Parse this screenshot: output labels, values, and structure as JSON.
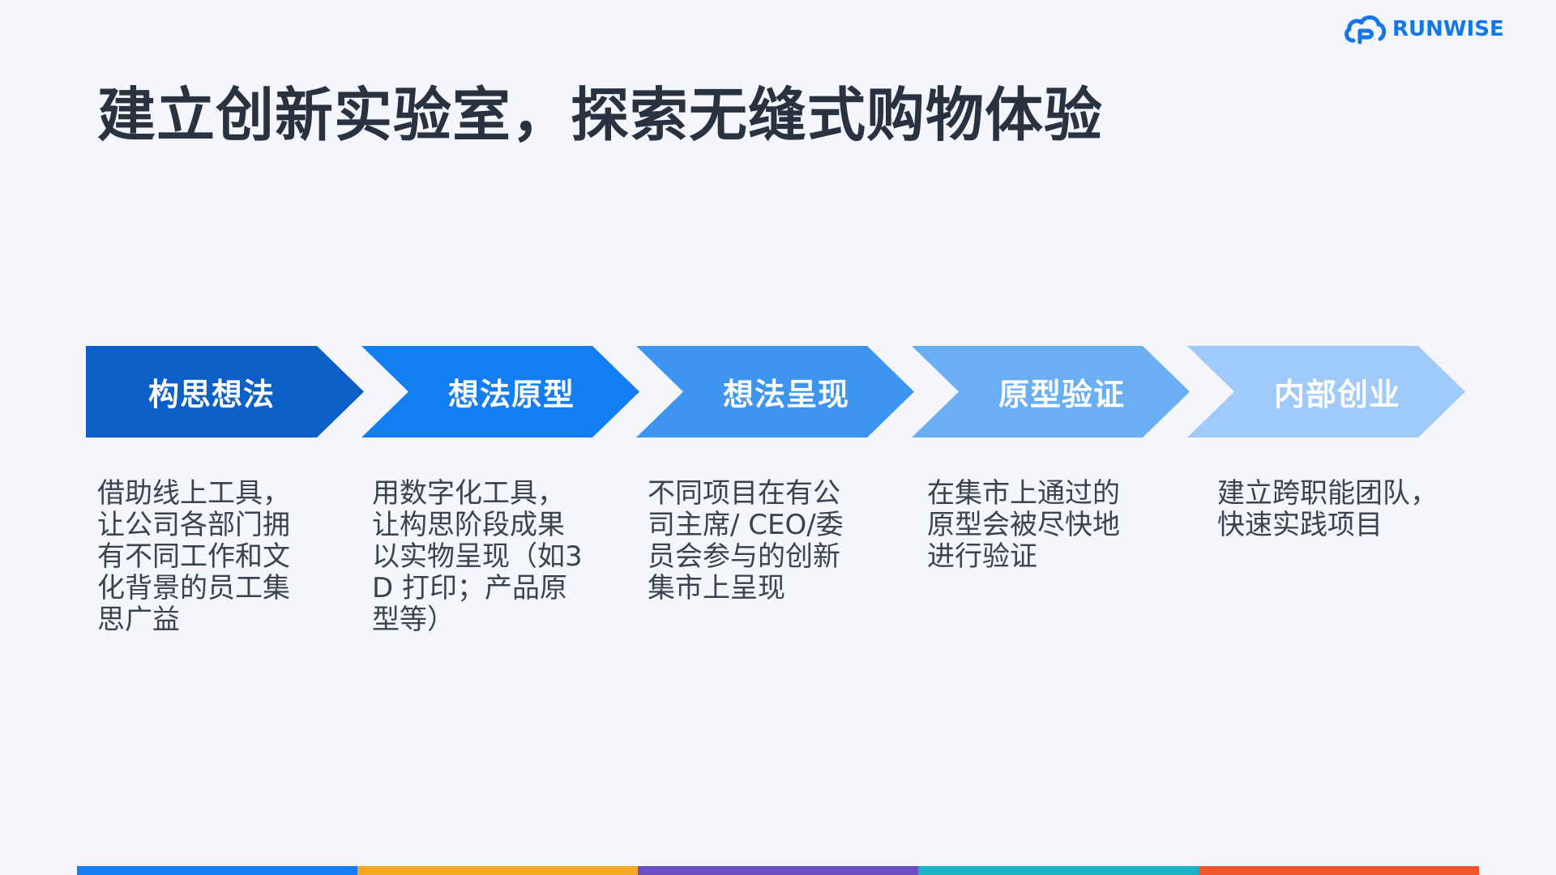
{
  "brand": {
    "logo_text": "RUNWISE",
    "color": "#1277ee"
  },
  "title": "建立创新实验室，探索无缝式购物体验",
  "steps": [
    {
      "label": "构思想法",
      "color": "#0b5fc7",
      "description": "借助线上工具，让公司各部门拥有不同工作和文化背景的员工集思广益"
    },
    {
      "label": "想法原型",
      "color": "#137ef2",
      "description": "用数字化工具，让构思阶段成果以实物呈现（如3D 打印；产品原型等）"
    },
    {
      "label": "想法呈现",
      "color": "#3d95f1",
      "description": "不同项目在有公司主席/ CEO/委员会参与的创新集市上呈现"
    },
    {
      "label": "原型验证",
      "color": "#6aaef4",
      "description": "在集市上通过的原型会被尽快地进行验证"
    },
    {
      "label": "内部创业",
      "color": "#9fcaf9",
      "description": "建立跨职能团队，快速实践项目"
    }
  ],
  "bottom_bar_colors": [
    "#137ef2",
    "#f6a623",
    "#6a4fc8",
    "#19b3c6",
    "#f0552b"
  ]
}
